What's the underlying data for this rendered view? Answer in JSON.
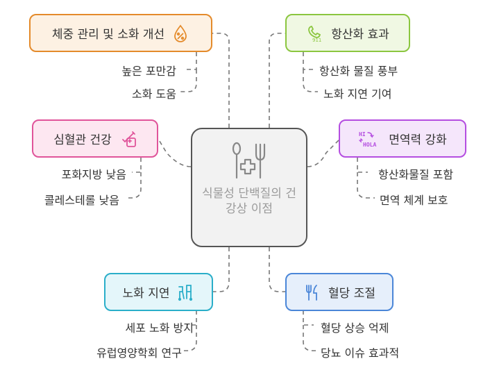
{
  "center": {
    "label": "식물성 단백질의 건강상 이점",
    "icon": "utensils-medical-icon"
  },
  "branches": [
    {
      "id": "weight",
      "label": "체중 관리 및 소화 개선",
      "icon": "percent-drop-icon",
      "color": "#e48a2a",
      "fill": "#fdf1e3",
      "items": [
        "높은 포만감",
        "소화 도움"
      ]
    },
    {
      "id": "cardio",
      "label": "심혈관 건강",
      "icon": "syringe-plus-icon",
      "color": "#e0549a",
      "fill": "#fde7f1",
      "items": [
        "포화지방 낮음",
        "콜레스테롤 낮음"
      ]
    },
    {
      "id": "aging",
      "label": "노화 지연",
      "icon": "walker-icon",
      "color": "#2aaec9",
      "fill": "#e4f6fa",
      "items": [
        "세포 노화 방지",
        "유럽영양학회 연구"
      ]
    },
    {
      "id": "antiox",
      "label": "항산화 효과",
      "icon": "emergency-phone-icon",
      "color": "#8bc63f",
      "fill": "#f0f8e3",
      "items": [
        "항산화 물질 풍부",
        "노화 지연 기여"
      ]
    },
    {
      "id": "immune",
      "label": "면역력 강화",
      "icon": "greeting-translate-icon",
      "color": "#b44de0",
      "fill": "#f5e6fb",
      "items": [
        "항산화물질 포함",
        "면역 체계 보호"
      ]
    },
    {
      "id": "sugar",
      "label": "혈당 조절",
      "icon": "fork-knife-icon",
      "color": "#4a86d8",
      "fill": "#e6effb",
      "items": [
        "혈당 상승 억제",
        "당뇨 이슈 효과적"
      ]
    }
  ]
}
